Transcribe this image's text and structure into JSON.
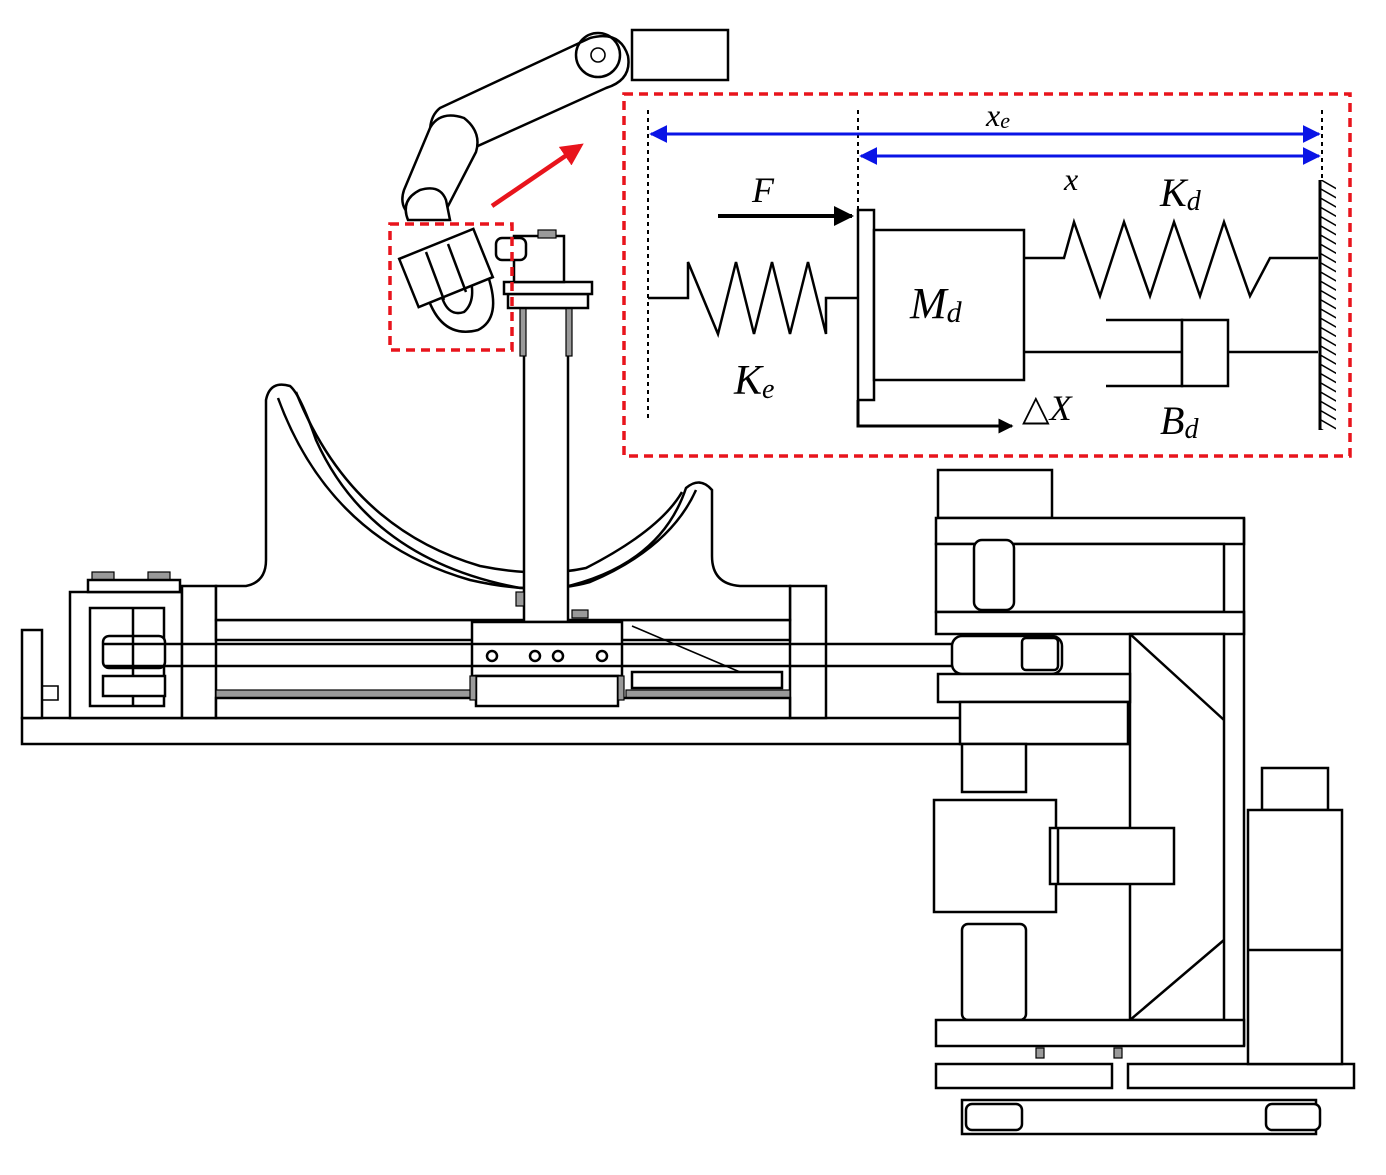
{
  "labels": {
    "xe_main": "x",
    "xe_sub": "e",
    "x": "x",
    "F": "F",
    "Kd_main": "K",
    "Kd_sub": "d",
    "Md_main": "M",
    "Md_sub": "d",
    "Ke_main": "K",
    "Ke_sub": "e",
    "dX": "△X",
    "Bd_main": "B",
    "Bd_sub": "d"
  },
  "colors": {
    "highlight_box": "#e8141c",
    "dimension_arrows": "#0a14e6",
    "pointer_arrow": "#e8141c",
    "line": "#000000"
  }
}
